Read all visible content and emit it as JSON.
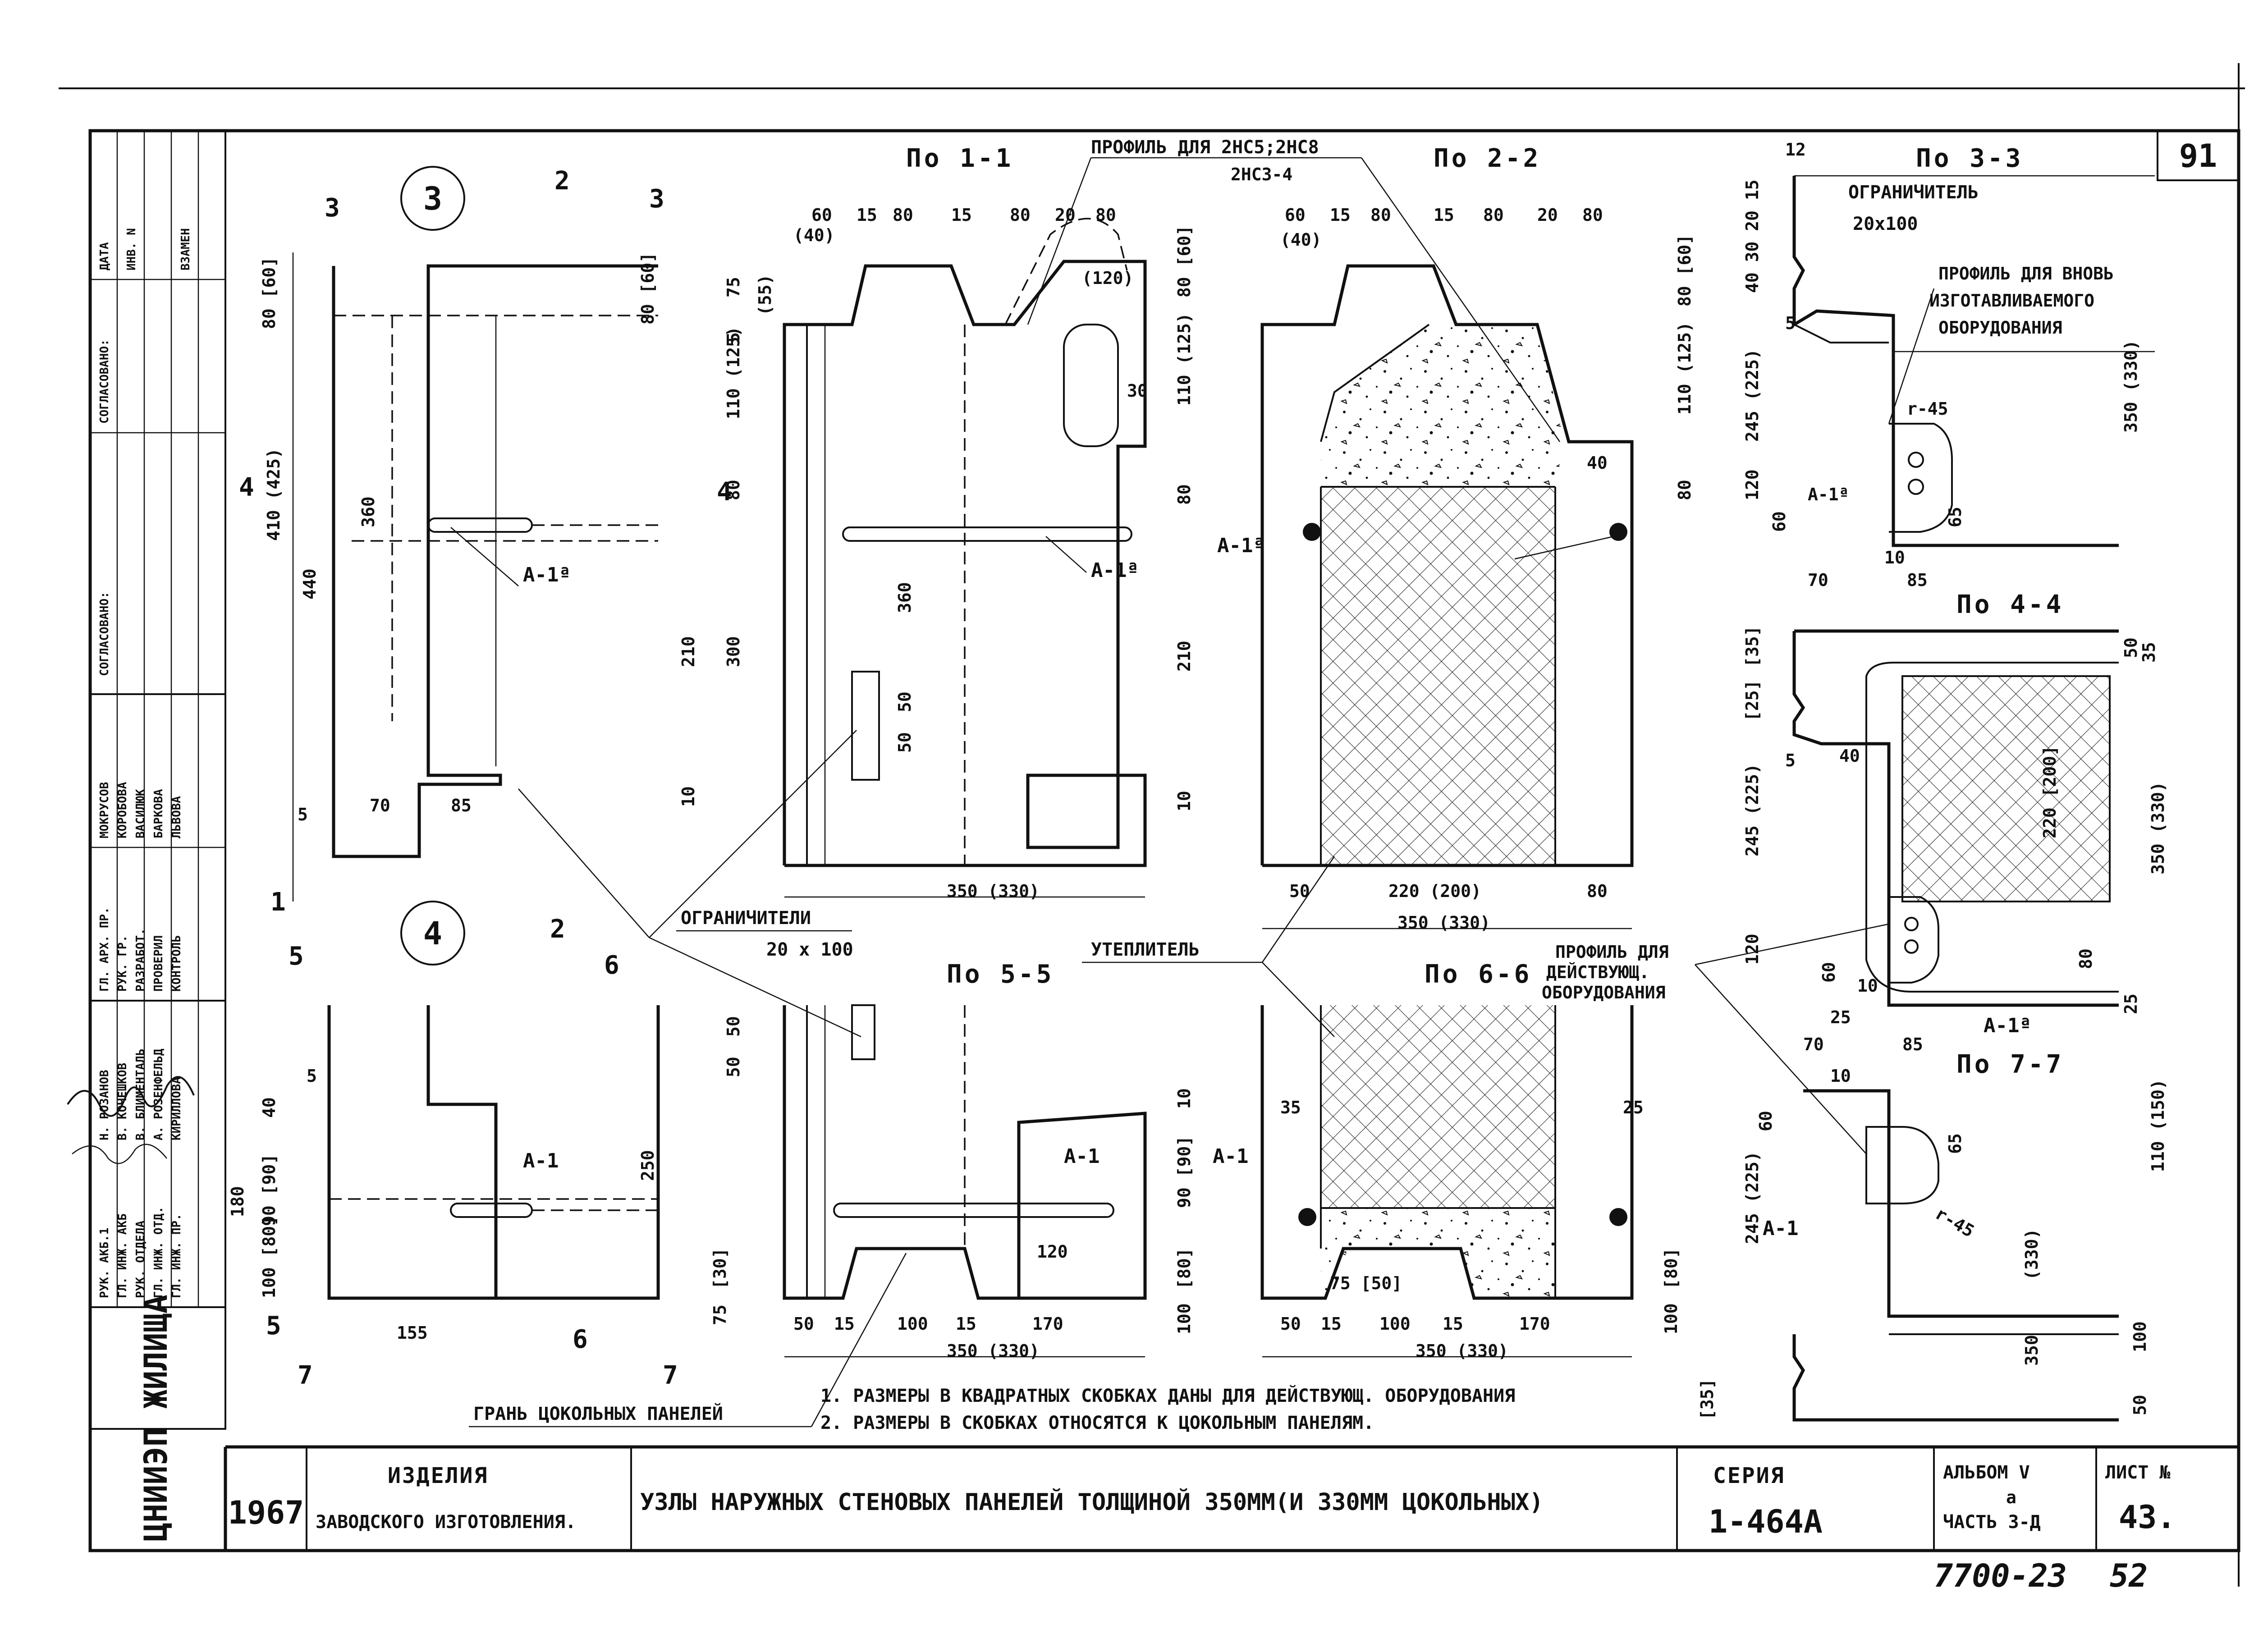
{
  "sheet": {
    "sheet_mark": "91",
    "year": "1967",
    "organization": "ЦНИИЭП ЖИЛИЩА",
    "title_label_1": "ИЗДЕЛИЯ",
    "title_label_2": "ЗАВОДСКОГО ИЗГОТОВЛЕНИЯ.",
    "title": "УЗЛЫ НАРУЖНЫХ СТЕНОВЫХ ПАНЕЛЕЙ ТОЛЩИНОЙ 350ММ(И 330ММ ЦОКОЛЬНЫХ)",
    "series_label": "СЕРИЯ",
    "series_value": "1-464А",
    "album_label": "АЛЬБОМ V",
    "part_label": "ЧАСТЬ 3-Д",
    "part_sup": "а",
    "sheet_label": "ЛИСТ №",
    "sheet_no": "43.",
    "archive_no": "7700-23",
    "page_no": "52"
  },
  "notes": [
    "1. РАЗМЕРЫ В КВАДРАТНЫХ СКОБКАХ ДАНЫ ДЛЯ ДЕЙСТВУЮЩ. ОБОРУДОВАНИЯ",
    "2. РАЗМЕРЫ В СКОБКАХ ОТНОСЯТСЯ К ЦОКОЛЬНЫМ ПАНЕЛЯМ."
  ],
  "stamp_top": [
    "ДАТА",
    "ИНВ. N",
    "ВЗАМЕН",
    "СОГЛАСОВАНО:",
    "СОГЛАСОВАНО:"
  ],
  "stamp_roles": [
    "РУК. АКБ.1",
    "ГЛ. ИНЖ. АКБ",
    "РУК. ОТДЕЛА",
    "ГЛ. ИНЖ. ОТД.",
    "ГЛ. ИНЖ. ПР.",
    "ГЛ. АРХ. ПР.",
    "РУК. ГР.",
    "РАЗРАБОТ.",
    "ПРОВЕРИЛ",
    "КОНТРОЛЬ"
  ],
  "stamp_names": [
    "Н. РОЗАНОВ",
    "В. КОЧЕШКОВ",
    "В. БЛИМЕНТАЛЬ",
    "А. РОЗЕНФЕЛЬД",
    "КИРИЛЛОВА",
    "МОКРУСОВ",
    "КОРОБОВА",
    "ВАСИЛЮК",
    "БАРКОВА",
    "ЛЬВОВА"
  ],
  "labels": {
    "node3": "3",
    "node4": "4",
    "s1": "По 1-1",
    "s2": "По 2-2",
    "s3": "По 3-3",
    "s4": "По 4-4",
    "s5": "По 5-5",
    "s6": "По 6-6",
    "s7": "По 7-7",
    "profile1": "ПРОФИЛЬ ДЛЯ 2НС5;2НС8",
    "profile1b": "2НС3-4",
    "limiter": "ОГРАНИЧИТЕЛЬ",
    "limiter_size": "20х100",
    "limiters": "ОГРАНИЧИТЕЛИ",
    "limiters_size": "20 х 100",
    "profile_new1": "ПРОФИЛЬ ДЛЯ ВНОВЬ",
    "profile_new2": "ИЗГОТАВЛИВАЕМОГО",
    "profile_new3": "ОБОРУДОВАНИЯ",
    "insulation": "УТЕПЛИТЕЛЬ",
    "profile_act1": "ПРОФИЛЬ ДЛЯ",
    "profile_act2": "ДЕЙСТВУЮЩ.",
    "profile_act3": "ОБОРУДОВАНИЯ",
    "plinth_edge": "ГРАНЬ ЦОКОЛЬНЫХ ПАНЕЛЕЙ",
    "a1a": "А-1ª",
    "a1": "А-1",
    "r45": "r-45"
  },
  "dims": {
    "d60": "60",
    "d15": "15",
    "d80": "80",
    "d20": "20",
    "d40": "40",
    "d40p": "(40)",
    "d55p": "(55)",
    "d120": "120",
    "d120p": "(120)",
    "d30": "30",
    "d5": "5",
    "d70": "70",
    "d85": "85",
    "d10": "10",
    "d75": "75",
    "d210": "210",
    "d360": "360",
    "d300": "300",
    "d440": "440",
    "d410": "410 (425)",
    "d80_60": "80 [60]",
    "d110_125": "110 (125)",
    "d350_330": "350 (330)",
    "d220_200": "220 (200)",
    "d245_225": "245 (225)",
    "d350p": "350 (330)",
    "d65": "65",
    "d100": "100",
    "d50": "50",
    "d170": "170",
    "d155": "155",
    "d180": "180",
    "d250": "250",
    "d90_90": "90 [90]",
    "d100_80": "100 [80]",
    "d75_50": "75 [50]",
    "d80b": "[80]",
    "d35": "35",
    "d25": "25",
    "d35b": "[35]",
    "d25b": "[25]",
    "d12": "12",
    "d220b": "220 [200]",
    "d110_150": "110 (150)",
    "d330p": "(330)",
    "d350": "350",
    "d30b": "[30]",
    "d100b": "100",
    "d40_30": "40 30 20 15"
  },
  "cuts": [
    "1",
    "2",
    "3",
    "4",
    "5",
    "6",
    "7"
  ]
}
